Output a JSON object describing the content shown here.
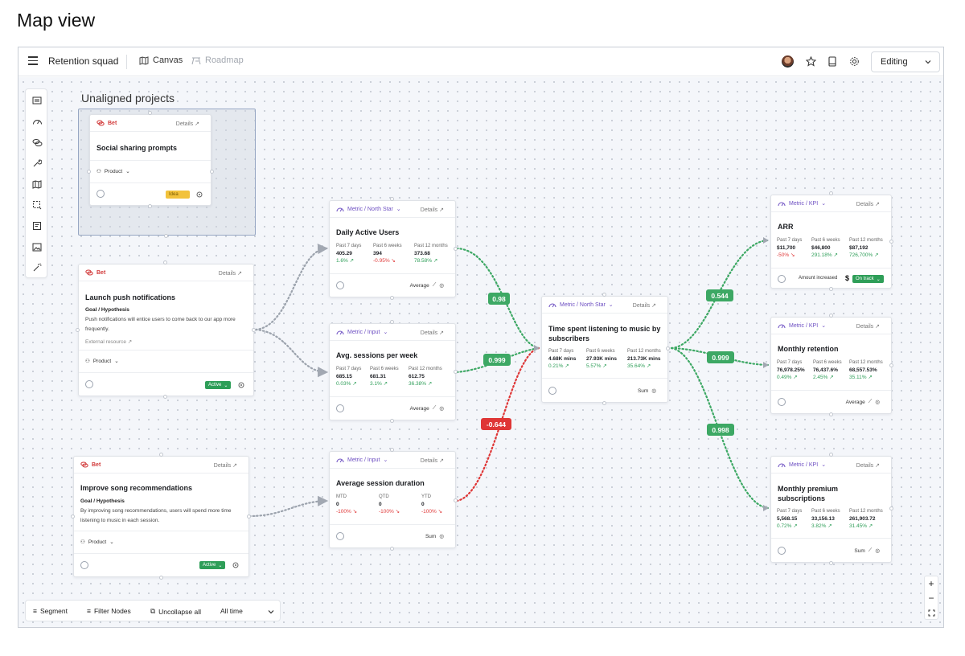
{
  "page_heading": "Map view",
  "topbar": {
    "title": "Retention squad",
    "tab_canvas": "Canvas",
    "tab_roadmap": "Roadmap",
    "mode": "Editing"
  },
  "canvas": {
    "group_label": "Unaligned projects",
    "bets": [
      {
        "tag": "Bet",
        "details": "Details",
        "title": "Social sharing prompts",
        "owner": "Product",
        "status": "Idea"
      },
      {
        "tag": "Bet",
        "details": "Details",
        "title": "Launch push notifications",
        "goal_label": "Goal / Hypothesis",
        "desc1": "Push notifications will entice users to come back to our app more",
        "desc2": "frequently.",
        "link": "External resource",
        "owner": "Product",
        "status": "Active"
      },
      {
        "tag": "Bet",
        "details": "Details",
        "title": "Improve song recommendations",
        "goal_label": "Goal / Hypothesis",
        "desc1": "By improving song recommendations, users will spend more time",
        "desc2": "listening to music in each session.",
        "owner": "Product",
        "status": "Active"
      }
    ],
    "metrics": [
      {
        "tag": "Metric / North Star",
        "details": "Details",
        "title": "Daily Active Users",
        "stats": [
          {
            "label": "Past 7 days",
            "value": "405.29",
            "change": "1.6%"
          },
          {
            "label": "Past 6 weeks",
            "value": "394",
            "change": "-0.95%"
          },
          {
            "label": "Past 12 months",
            "value": "373.68",
            "change": "78.58%"
          }
        ],
        "agg": "Average"
      },
      {
        "tag": "Metric / Input",
        "details": "Details",
        "title": "Avg. sessions per week",
        "stats": [
          {
            "label": "Past 7 days",
            "value": "685.15",
            "change": "0.03%"
          },
          {
            "label": "Past 6 weeks",
            "value": "681.31",
            "change": "3.1%"
          },
          {
            "label": "Past 12 months",
            "value": "612.75",
            "change": "36.38%"
          }
        ],
        "agg": "Average"
      },
      {
        "tag": "Metric / Input",
        "details": "Details",
        "title": "Average session duration",
        "stats": [
          {
            "label": "MTD",
            "value": "0",
            "change": "-100%"
          },
          {
            "label": "QTD",
            "value": "0",
            "change": "-100%"
          },
          {
            "label": "YTD",
            "value": "0",
            "change": "-100%"
          }
        ],
        "agg": "Sum"
      },
      {
        "tag": "Metric / North Star",
        "details": "Details",
        "title1": "Time spent listening to music by",
        "title2": "subscribers",
        "stats": [
          {
            "label": "Past 7 days",
            "value": "4.68K mins",
            "change": "0.21%"
          },
          {
            "label": "Past 6 weeks",
            "value": "27.93K mins",
            "change": "5.57%"
          },
          {
            "label": "Past 12 months",
            "value": "213.73K mins",
            "change": "35.64%"
          }
        ],
        "agg": "Sum"
      },
      {
        "tag": "Metric / KPI",
        "details": "Details",
        "title": "ARR",
        "stats": [
          {
            "label": "Past 7 days",
            "value": "$11,700",
            "change": "-50%"
          },
          {
            "label": "Past 6 weeks",
            "value": "$46,800",
            "change": "291.18%"
          },
          {
            "label": "Past 12 months",
            "value": "$87,192",
            "change": "726,700%"
          }
        ],
        "footer_text": "Amount increased",
        "footer_symbol": "$",
        "status": "On track"
      },
      {
        "tag": "Metric / KPI",
        "details": "Details",
        "title": "Monthly retention",
        "stats": [
          {
            "label": "Past 7 days",
            "value": "76,978.25%",
            "change": "0.49%"
          },
          {
            "label": "Past 6 weeks",
            "value": "76,437.6%",
            "change": "2.45%"
          },
          {
            "label": "Past 12 months",
            "value": "68,557.53%",
            "change": "35.11%"
          }
        ],
        "agg": "Average"
      },
      {
        "tag": "Metric / KPI",
        "details": "Details",
        "title1": "Monthly premium",
        "title2": "subscriptions",
        "stats": [
          {
            "label": "Past 7 days",
            "value": "5,568.15",
            "change": "0.72%"
          },
          {
            "label": "Past 6 weeks",
            "value": "33,156.13",
            "change": "3.82%"
          },
          {
            "label": "Past 12 months",
            "value": "261,903.72",
            "change": "31.45%"
          }
        ],
        "agg": "Sum"
      }
    ],
    "correlations": [
      "0.98",
      "0.999",
      "-0.644",
      "0.544",
      "0.999",
      "0.998"
    ]
  },
  "bottombar": {
    "segment": "Segment",
    "filter": "Filter Nodes",
    "uncollapse": "Uncollapse all",
    "range": "All time"
  },
  "zoom": {
    "plus": "+",
    "minus": "−"
  },
  "colors": {
    "accent_purple": "#6d4fc2",
    "positive": "#2e9e58",
    "negative": "#e03b3b",
    "bet_red": "#d23a3a",
    "link_grey": "#9ca3ad"
  }
}
